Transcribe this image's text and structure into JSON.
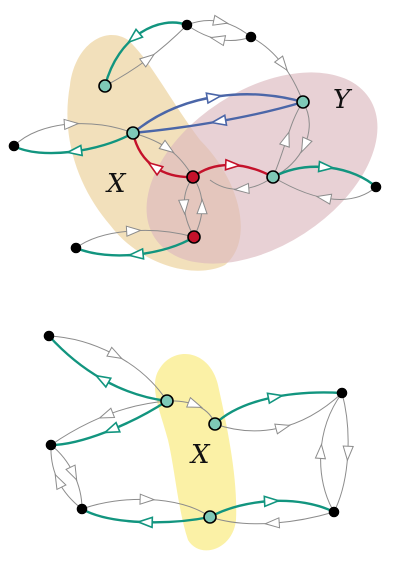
{
  "labels": {
    "top_x": "X",
    "top_y": "Y",
    "bottom_x": "X"
  },
  "colors": {
    "region_x": "#f1ddb4",
    "region_y": "#dcb8bf",
    "region_bottom": "#fbf09c",
    "edge_gray": "#8c8c8c",
    "edge_teal": "#12957f",
    "edge_blue": "#4b66a8",
    "edge_red": "#c4122b",
    "node_black": "#000000",
    "node_teal": "#7ec9b7",
    "node_red": "#c4122b"
  },
  "figures": [
    {
      "id": "top",
      "region_label_keys": [
        "top_x",
        "top_y"
      ]
    },
    {
      "id": "bottom",
      "region_label_keys": [
        "bottom_x"
      ]
    }
  ]
}
